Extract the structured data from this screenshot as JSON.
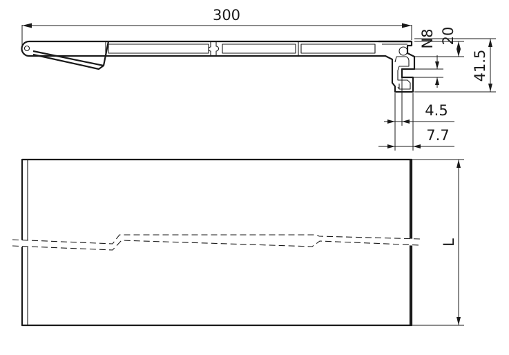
{
  "dimensions": {
    "overall_width": "300",
    "slot_label": "N8",
    "height_upper": "20",
    "height_total": "41.5",
    "width_small": "4.5",
    "width_large": "7.7",
    "length": "L"
  }
}
